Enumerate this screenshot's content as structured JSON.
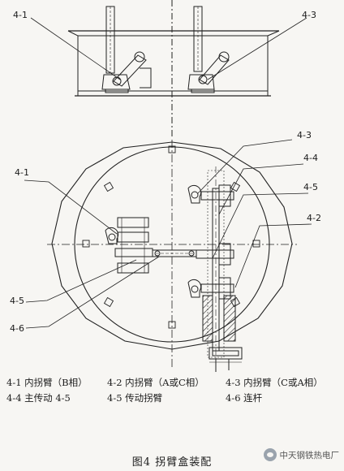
{
  "labels": {
    "top_4_1": "4-1",
    "top_4_3": "4-3",
    "circ_4_3": "4-3",
    "circ_4_4": "4-4",
    "circ_4_1": "4-1",
    "circ_4_5_right": "4-5",
    "circ_4_2": "4-2",
    "circ_4_5_left": "4-5",
    "circ_4_6": "4-6"
  },
  "legend": {
    "row1": [
      "4-1 内拐臂（B相）",
      "4-2 内拐臂（A或C相）",
      "4-3 内拐臂（C或A相）"
    ],
    "row2": [
      "4-4 主传动 4-5",
      "4-5 传动拐臂",
      "4-6 连杆"
    ]
  },
  "caption": "图4  拐臂盒装配",
  "watermark": "中天钢铁热电厂",
  "icons": [
    "wechat-watermark-icon"
  ]
}
